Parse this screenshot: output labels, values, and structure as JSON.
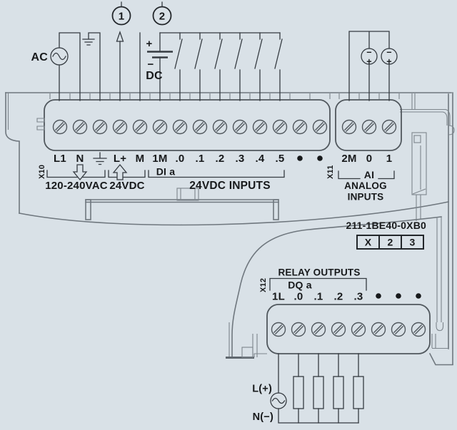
{
  "colors": {
    "background": "#d9e1e7",
    "wire": "#353b41",
    "housing": "#6f777e",
    "text": "#17191b"
  },
  "callouts": {
    "c1": "1",
    "c2": "2"
  },
  "power_ac": {
    "label": "AC"
  },
  "power_dc": {
    "plus": "+",
    "minus": "−",
    "label": "DC"
  },
  "analog_source": {
    "minus": "−",
    "plus": "+"
  },
  "top_terminals": {
    "connector": "X10",
    "l1": "L1",
    "n": "N",
    "lplus": "L+",
    "m": "M",
    "m1": "1M",
    "di_labels": [
      ".0",
      ".1",
      ".2",
      ".3",
      ".4",
      ".5"
    ],
    "group_ac": "120-240VAC",
    "group_dc": "24VDC",
    "group_di": "DI a",
    "caption_di": "24VDC INPUTS"
  },
  "analog_terminals": {
    "connector": "X11",
    "m2": "2M",
    "ch0": "0",
    "ch1": "1",
    "group": "AI",
    "caption_line1": "ANALOG",
    "caption_line2": "INPUTS"
  },
  "module": {
    "part_number": "211-1BE40-0XB0",
    "order_code": [
      "X",
      "2",
      "3"
    ]
  },
  "relay": {
    "connector": "X12",
    "title": "RELAY OUTPUTS",
    "group": "DQ a",
    "labels": [
      "1L",
      ".0",
      ".1",
      ".2",
      ".3"
    ],
    "supply_l": "L(+)",
    "supply_n": "N(−)"
  }
}
